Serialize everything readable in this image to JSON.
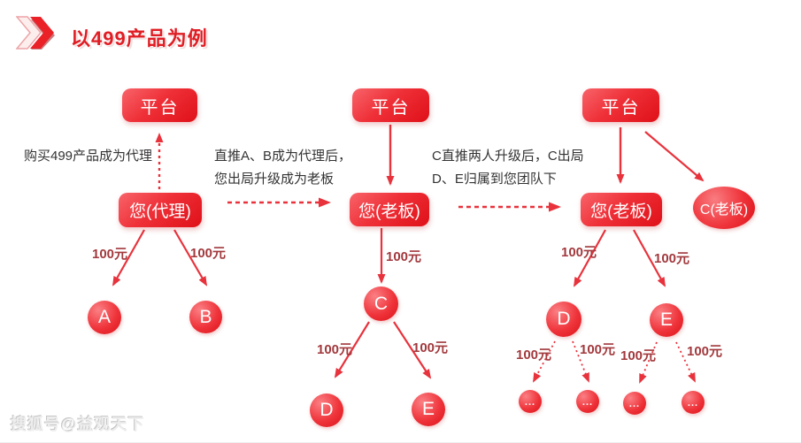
{
  "header": {
    "title": "以499产品为例",
    "icon": "double-chevron-right-icon"
  },
  "amount_label": "100元",
  "steps": {
    "step1": {
      "platform_label": "平台",
      "note": "购买499产品成为代理",
      "agent_label": "您(代理)",
      "child_a": "A",
      "child_b": "B"
    },
    "step2": {
      "platform_label": "平台",
      "note_line1": "直推A、B成为代理后，",
      "note_line2": "您出局升级成为老板",
      "boss_label": "您(老板)",
      "child_c": "C",
      "child_d": "D",
      "child_e": "E"
    },
    "step3": {
      "platform_label": "平台",
      "note_line1": "C直推两人升级后，C出局",
      "note_line2": "D、E归属到您团队下",
      "boss_label": "您(老板)",
      "c_boss_label": "C(老板)",
      "child_d": "D",
      "child_e": "E",
      "ellipsis_label": "..."
    }
  },
  "footer": {
    "watermark": "搜狐号@益观天下"
  },
  "colors": {
    "accent_red": "#e8323c",
    "node_gradient_light": "#f8646a",
    "node_gradient_dark": "#df1018",
    "amount_text": "#a2393d",
    "note_text": "#333333",
    "title_red": "#e01d24"
  }
}
